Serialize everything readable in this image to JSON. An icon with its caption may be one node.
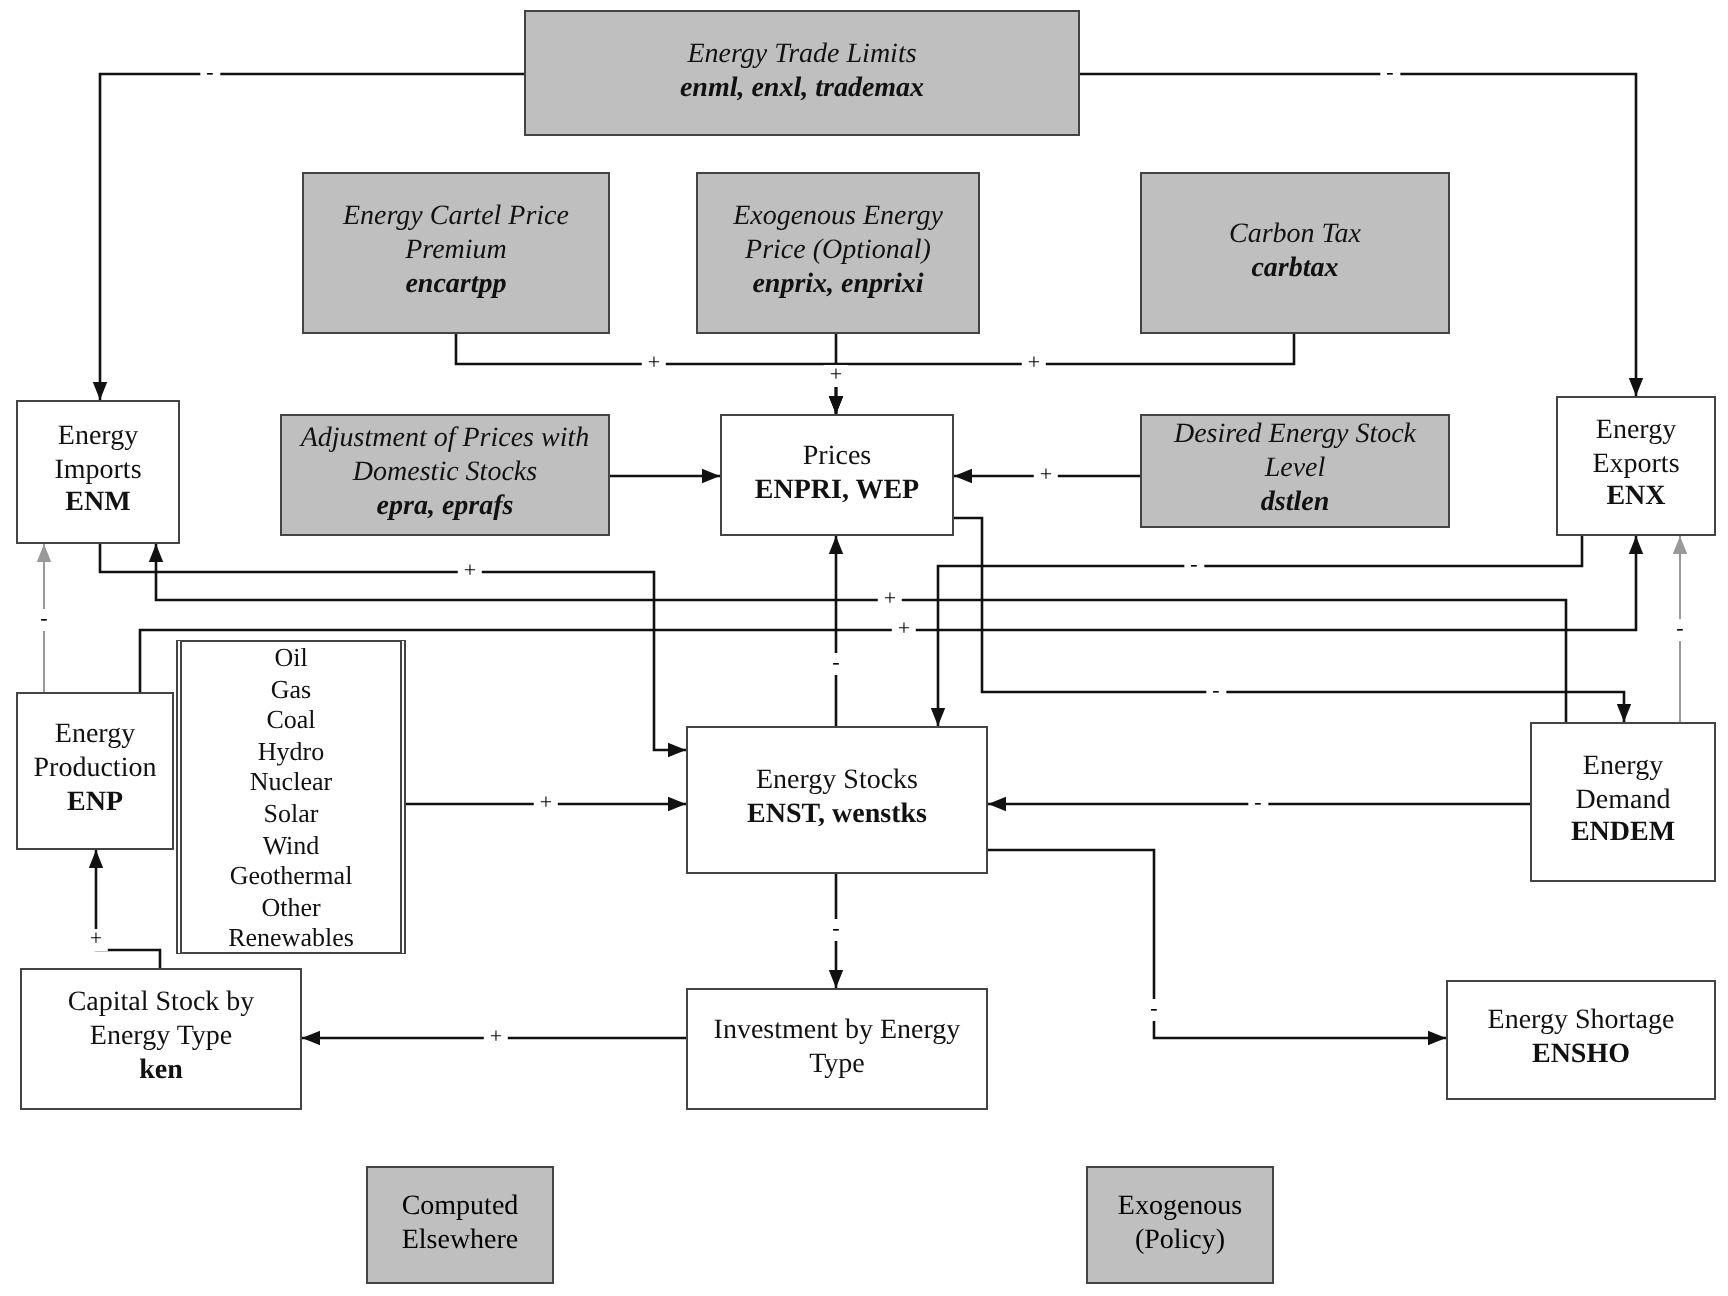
{
  "diagram": {
    "nodes": [
      {
        "text": [
          "Energy Trade Limits",
          "enml, enxl, trademax"
        ]
      },
      {
        "text": [
          "Energy Cartel Price  Premium",
          "encartpp"
        ]
      },
      {
        "text": [
          "Exogenous Energy Price (Optional)",
          "enprix, enprixi"
        ]
      },
      {
        "text": [
          "Carbon Tax",
          "carbtax"
        ]
      },
      {
        "text": [
          "Energy Imports",
          "ENM"
        ]
      },
      {
        "text": [
          "Adjustment of Prices with Domestic Stocks",
          "epra, eprafs"
        ]
      },
      {
        "text": [
          "Prices",
          "ENPRI, WEP"
        ]
      },
      {
        "text": [
          "Desired Energy Stock Level",
          "dstlen"
        ]
      },
      {
        "text": [
          "Energy Exports",
          "ENX"
        ]
      },
      {
        "text": [
          "Energy Production",
          "ENP"
        ]
      },
      {
        "text": [
          "Oil",
          "Gas",
          "Coal",
          "Hydro",
          "Nuclear",
          "Solar",
          "Wind",
          "Geothermal",
          "Other",
          "Renewables"
        ]
      },
      {
        "text": [
          "Energy Stocks",
          "ENST, wenstks"
        ]
      },
      {
        "text": [
          "Energy Demand",
          "ENDEM"
        ]
      },
      {
        "text": [
          "Capital Stock by Energy Type",
          "ken"
        ]
      },
      {
        "text": [
          "Investment by Energy Type"
        ]
      },
      {
        "text": [
          "Energy Shortage",
          "ENSHO"
        ]
      }
    ],
    "edges": [
      {
        "from": 0,
        "to": 4,
        "arrow": "to",
        "label": "-"
      },
      {
        "from": 0,
        "to": 8,
        "arrow": "to",
        "label": "-"
      },
      {
        "from": 1,
        "to": 6,
        "arrow": "to",
        "label": "+"
      },
      {
        "from": 2,
        "to": 6,
        "arrow": "to",
        "label": "+"
      },
      {
        "from": 3,
        "to": 6,
        "arrow": "to",
        "label": "+"
      },
      {
        "from": 5,
        "to": 6,
        "arrow": "to"
      },
      {
        "from": 7,
        "to": 6,
        "arrow": "to",
        "label": "+"
      },
      {
        "from": 9,
        "to": 4,
        "arrow": "to",
        "label": "-",
        "color": "#999999"
      },
      {
        "from": 12,
        "to": 8,
        "arrow": "to",
        "label": "-",
        "color": "#999999"
      },
      {
        "from": 4,
        "to": 11,
        "arrow": "to",
        "label": "+"
      },
      {
        "from": 12,
        "to": 4,
        "arrow": "to",
        "label": "+"
      },
      {
        "from": 9,
        "to": 8,
        "arrow": "to",
        "label": "+"
      },
      {
        "from": 8,
        "to": 11,
        "arrow": "to",
        "label": "-"
      },
      {
        "from": 6,
        "to": 12,
        "arrow": "to",
        "label": "-"
      },
      {
        "from": 11,
        "to": 6,
        "arrow": "to",
        "label": "-"
      },
      {
        "from": 10,
        "to": 11,
        "arrow": "to",
        "label": "+"
      },
      {
        "from": 12,
        "to": 11,
        "arrow": "to",
        "label": "-"
      },
      {
        "from": 11,
        "to": 14,
        "arrow": "to",
        "label": "-"
      },
      {
        "from": 11,
        "to": 15,
        "arrow": "to",
        "label": "-"
      },
      {
        "from": 14,
        "to": 13,
        "arrow": "to",
        "label": "+"
      },
      {
        "from": 13,
        "to": 9,
        "arrow": "to",
        "label": "+"
      }
    ],
    "legend": [
      {
        "text": "Computed Elsewhere",
        "color": "#bfbfbf"
      },
      {
        "text": "Exogenous (Policy)",
        "color": "#bfbfbf"
      }
    ]
  }
}
